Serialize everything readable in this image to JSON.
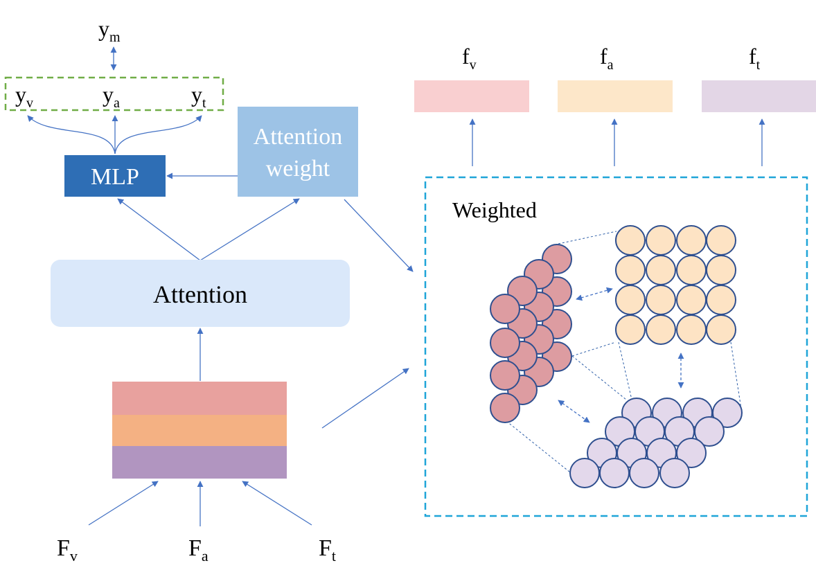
{
  "outputs": {
    "ym": {
      "base": "y",
      "sub": "m"
    },
    "yv": {
      "base": "y",
      "sub": "v"
    },
    "ya": {
      "base": "y",
      "sub": "a"
    },
    "yt": {
      "base": "y",
      "sub": "t"
    }
  },
  "features": {
    "fv": {
      "base": "f",
      "sub": "v"
    },
    "fa": {
      "base": "f",
      "sub": "a"
    },
    "ft": {
      "base": "f",
      "sub": "t"
    }
  },
  "inputs": {
    "Fv": {
      "base": "F",
      "sub": "v"
    },
    "Fa": {
      "base": "F",
      "sub": "a"
    },
    "Ft": {
      "base": "F",
      "sub": "t"
    }
  },
  "blocks": {
    "mlp": "MLP",
    "attention_weight_line1": "Attention",
    "attention_weight_line2": "weight",
    "attention": "Attention",
    "weighted": "Weighted"
  },
  "colors": {
    "arrow": "#4472c4",
    "mlp": "#2e6eb5",
    "attention_weight": "#9dc3e6",
    "attention": "#dae8fa",
    "stack_top": "#e8a19e",
    "stack_middle": "#f4b183",
    "stack_bottom": "#b195c0",
    "f_v": "#f9cfd0",
    "f_a": "#fde7c9",
    "f_t": "#e3d6e6",
    "output_box": "#70ad47",
    "weighted_box": "#1fa5d8"
  }
}
